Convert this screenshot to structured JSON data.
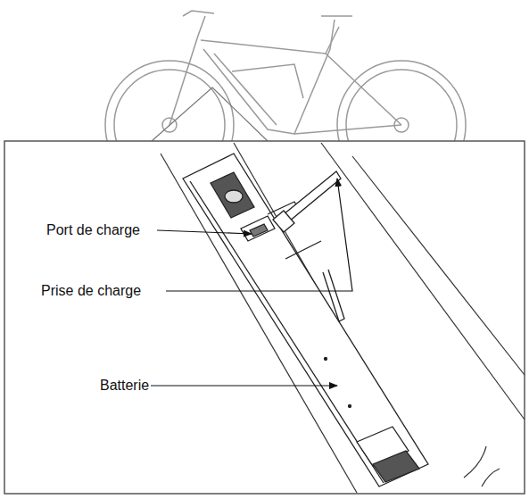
{
  "diagram": {
    "labels": [
      "Port de charge",
      "Prise de charge",
      "Batterie"
    ]
  }
}
